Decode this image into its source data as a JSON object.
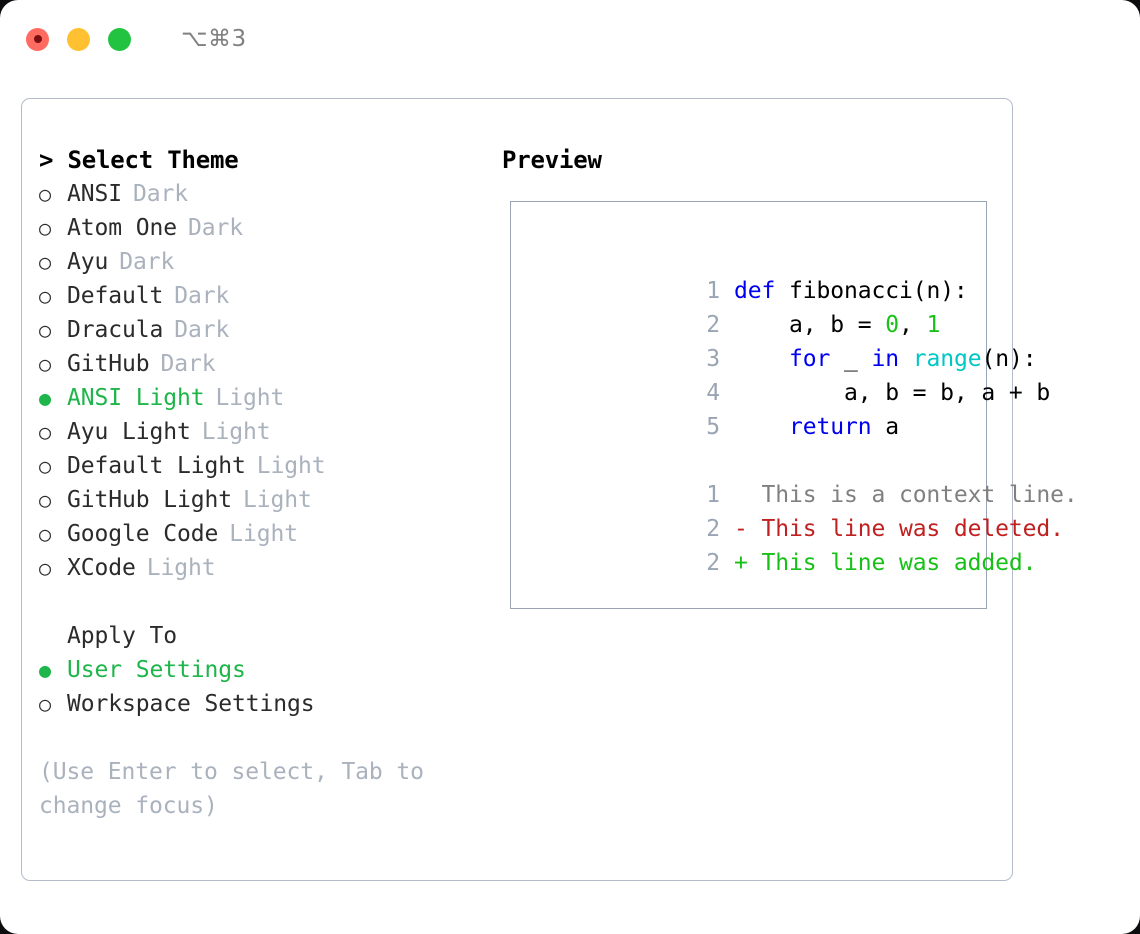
{
  "titlebar": {
    "shortcut": "⌥⌘3",
    "lights": [
      "close-red",
      "minimize-yellow",
      "maximize-green"
    ]
  },
  "theme_picker": {
    "heading": "> Select Theme",
    "items": [
      {
        "marker": "○",
        "label": "ANSI",
        "suffix": "Dark",
        "selected": false
      },
      {
        "marker": "○",
        "label": "Atom One",
        "suffix": "Dark",
        "selected": false
      },
      {
        "marker": "○",
        "label": "Ayu",
        "suffix": "Dark",
        "selected": false
      },
      {
        "marker": "○",
        "label": "Default",
        "suffix": "Dark",
        "selected": false
      },
      {
        "marker": "○",
        "label": "Dracula",
        "suffix": "Dark",
        "selected": false
      },
      {
        "marker": "○",
        "label": "GitHub",
        "suffix": "Dark",
        "selected": false
      },
      {
        "marker": "●",
        "label": "ANSI Light",
        "suffix": "Light",
        "selected": true
      },
      {
        "marker": "○",
        "label": "Ayu Light",
        "suffix": "Light",
        "selected": false
      },
      {
        "marker": "○",
        "label": "Default Light",
        "suffix": "Light",
        "selected": false
      },
      {
        "marker": "○",
        "label": "GitHub Light",
        "suffix": "Light",
        "selected": false
      },
      {
        "marker": "○",
        "label": "Google Code",
        "suffix": "Light",
        "selected": false
      },
      {
        "marker": "○",
        "label": "XCode",
        "suffix": "Light",
        "selected": false
      }
    ]
  },
  "apply_to": {
    "heading": "Apply To",
    "items": [
      {
        "marker": "●",
        "label": "User Settings",
        "selected": true
      },
      {
        "marker": "○",
        "label": "Workspace Settings",
        "selected": false
      }
    ]
  },
  "hint": "(Use Enter to select, Tab to change focus)",
  "preview": {
    "heading": "Preview",
    "code": [
      {
        "num": "1",
        "tokens": [
          {
            "t": "def ",
            "c": "kw"
          },
          {
            "t": "fibonacci(n):",
            "c": "txt"
          }
        ]
      },
      {
        "num": "2",
        "tokens": [
          {
            "t": "    a, b = ",
            "c": "txt"
          },
          {
            "t": "0",
            "c": "num"
          },
          {
            "t": ", ",
            "c": "txt"
          },
          {
            "t": "1",
            "c": "num"
          }
        ]
      },
      {
        "num": "3",
        "tokens": [
          {
            "t": "    ",
            "c": "txt"
          },
          {
            "t": "for",
            "c": "kw"
          },
          {
            "t": " _ ",
            "c": "txt"
          },
          {
            "t": "in",
            "c": "kw"
          },
          {
            "t": " ",
            "c": "txt"
          },
          {
            "t": "range",
            "c": "fn"
          },
          {
            "t": "(n):",
            "c": "txt"
          }
        ]
      },
      {
        "num": "4",
        "tokens": [
          {
            "t": "        a, b = b, a + b",
            "c": "txt"
          }
        ]
      },
      {
        "num": "5",
        "tokens": [
          {
            "t": "    ",
            "c": "txt"
          },
          {
            "t": "return",
            "c": "kw"
          },
          {
            "t": " a",
            "c": "txt"
          }
        ]
      }
    ],
    "diff": [
      {
        "num": "1",
        "sign": "  ",
        "text": "This is a context line.",
        "kind": "ctx"
      },
      {
        "num": "2",
        "sign": "- ",
        "text": "This line was deleted.",
        "kind": "del"
      },
      {
        "num": "2",
        "sign": "+ ",
        "text": "This line was added.",
        "kind": "add"
      }
    ]
  },
  "colors": {
    "accent_green": "#1eb54a",
    "muted": "#aab2bd",
    "border": "#b4bcca",
    "preview_border": "#9aa5b4",
    "keyword": "#0000f0",
    "builtin": "#00c6c6",
    "number": "#19c219",
    "diff_delete": "#c02020",
    "diff_add": "#17c017",
    "diff_context": "#808080"
  }
}
